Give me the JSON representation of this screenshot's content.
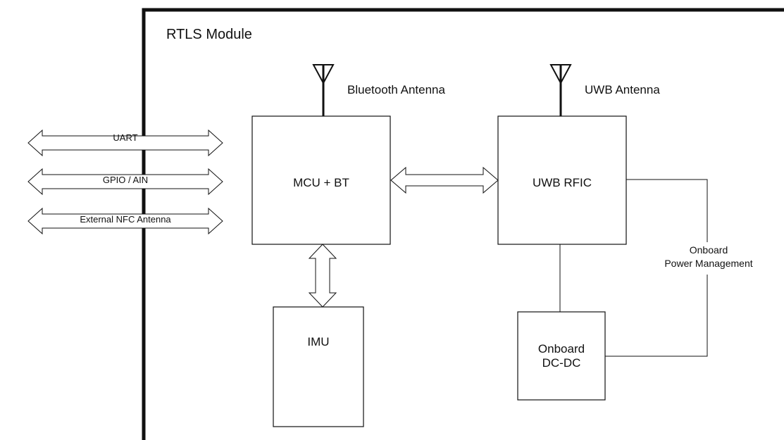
{
  "diagram": {
    "module_title": "RTLS Module",
    "antennas": {
      "bluetooth": "Bluetooth Antenna",
      "uwb": "UWB Antenna"
    },
    "blocks": {
      "mcu": "MCU + BT",
      "uwb_rfic": "UWB RFIC",
      "imu": "IMU",
      "dcdc_line1": "Onboard",
      "dcdc_line2": "DC-DC"
    },
    "external_interfaces": [
      "UART",
      "GPIO / AIN",
      "External NFC Antenna"
    ],
    "power_label_line1": "Onboard",
    "power_label_line2": "Power Management"
  },
  "colors": {
    "stroke": "#111111",
    "background": "#ffffff"
  }
}
